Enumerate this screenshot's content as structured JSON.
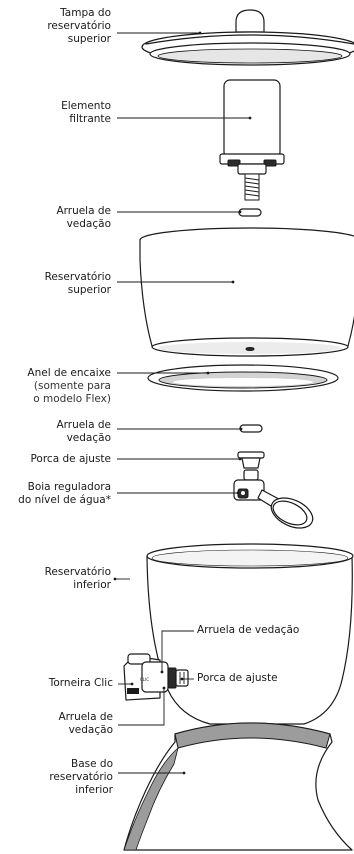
{
  "labels": {
    "tampa": [
      "Tampa do",
      "reservatório",
      "superior"
    ],
    "elemento": [
      "Elemento",
      "filtrante"
    ],
    "arruela1": [
      "Arruela de",
      "vedação"
    ],
    "reservatorio_superior": [
      "Reservatório",
      "superior"
    ],
    "anel": [
      "Anel de encaixe"
    ],
    "anel_sub": [
      "(somente para",
      "o modelo Flex)"
    ],
    "arruela2": [
      "Arruela de",
      "vedação"
    ],
    "porca1": [
      "Porca de ajuste"
    ],
    "boia": [
      "Boia reguladora",
      "do nível de água*"
    ],
    "reservatorio_inferior": [
      "Reservatório",
      "inferior"
    ],
    "arruela3": [
      "Arruela de vedação"
    ],
    "torneira": [
      "Torneira Clic"
    ],
    "porca2": [
      "Porca de ajuste"
    ],
    "arruela4": [
      "Arruela de",
      "vedação"
    ],
    "base": [
      "Base do",
      "reservatório",
      "inferior"
    ]
  },
  "colors": {
    "stroke": "#1a1a1a",
    "fill": "#ffffff",
    "grey": "#d3d3d3",
    "dark": "#2b2b2b"
  }
}
